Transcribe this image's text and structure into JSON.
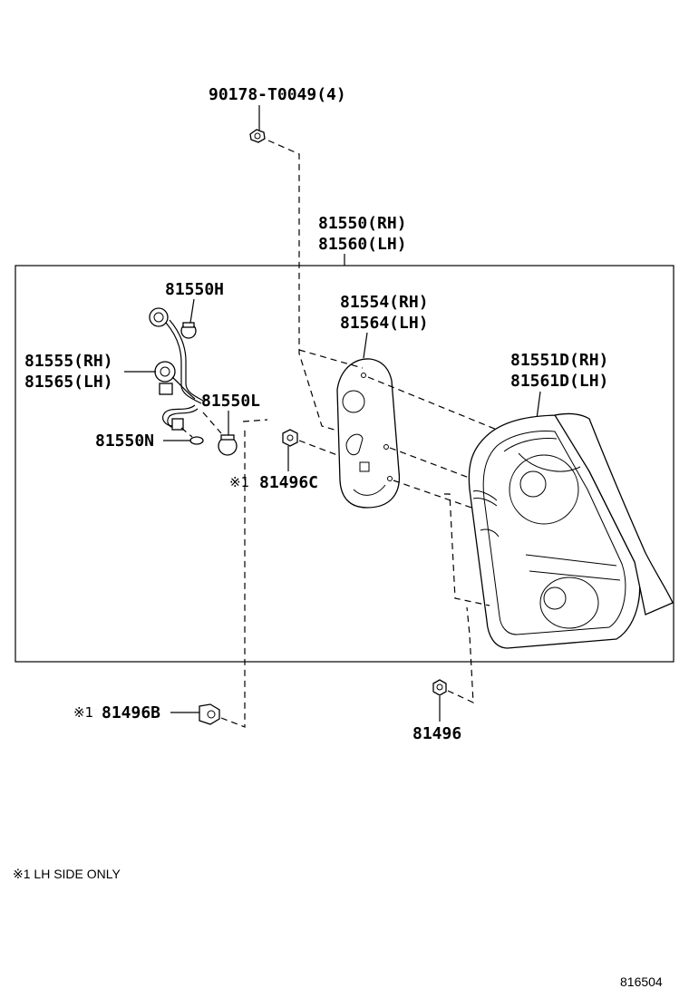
{
  "labels": {
    "bolt": "90178-T0049(4)",
    "assy_rh": "81550(RH)",
    "assy_lh": "81560(LH)",
    "bulb_h": "81550H",
    "socket_rh": "81555(RH)",
    "socket_lh": "81565(LH)",
    "bulb_l": "81550L",
    "bulb_n": "81550N",
    "gasket_rh": "81554(RH)",
    "gasket_lh": "81564(LH)",
    "lens_rh": "81551D(RH)",
    "lens_lh": "81561D(LH)",
    "clip_c": "81496C",
    "clip_b": "81496B",
    "clip": "81496"
  },
  "marks": {
    "lh_mark": "※1"
  },
  "footnote": "※1 LH SIDE ONLY",
  "figure_code": "816504"
}
